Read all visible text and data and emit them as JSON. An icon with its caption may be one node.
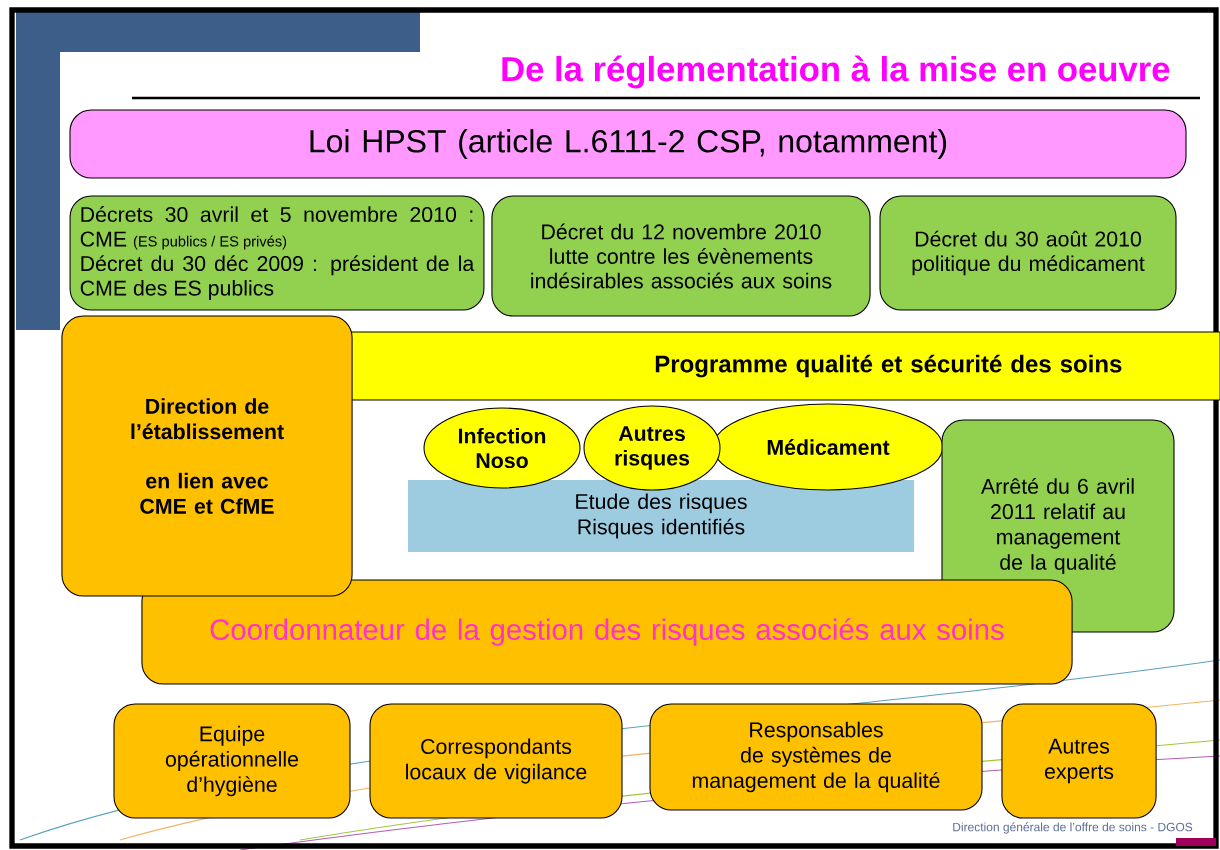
{
  "diagram": {
    "title": "De la réglementation à la mise en oeuvre",
    "nodes": [
      {
        "text": [
          "Loi HPST (article L.6111-2 CSP, notamment)"
        ]
      },
      {
        "text": [
          "Décrets 30 avril et 5 novembre 2010 : CME",
          "(ES publics / ES privés)",
          "Décret du 30 déc 2009 : président de la CME des ES publics"
        ]
      },
      {
        "text": [
          "Décret du 12 novembre 2010 lutte contre les évènements indésirables associés aux soins"
        ]
      },
      {
        "text": [
          "Décret du 30 août 2010 politique du médicament"
        ]
      },
      {
        "text": [
          "Programme qualité et sécurité des soins"
        ]
      },
      {
        "text": [
          "Direction de l’établissement",
          "en lien avec CME et CfME"
        ]
      },
      {
        "text": [
          "Infection Noso"
        ]
      },
      {
        "text": [
          "Autres risques"
        ]
      },
      {
        "text": [
          "Médicament"
        ]
      },
      {
        "text": [
          "Etude des risques",
          "Risques identifiés"
        ]
      },
      {
        "text": [
          "Arrêté du 6 avril 2011 relatif au management de la qualité"
        ]
      },
      {
        "text": [
          "Coordonnateur de la gestion des risques associés aux soins"
        ]
      },
      {
        "text": [
          "Equipe opérationnelle d’hygiène"
        ]
      },
      {
        "text": [
          "Correspondants locaux de vigilance"
        ]
      },
      {
        "text": [
          "Responsables de systèmes de management de la qualité"
        ]
      },
      {
        "text": [
          "Autres experts"
        ]
      }
    ],
    "labels": [
      "Direction générale de l’offre de soins - DGOS"
    ]
  }
}
